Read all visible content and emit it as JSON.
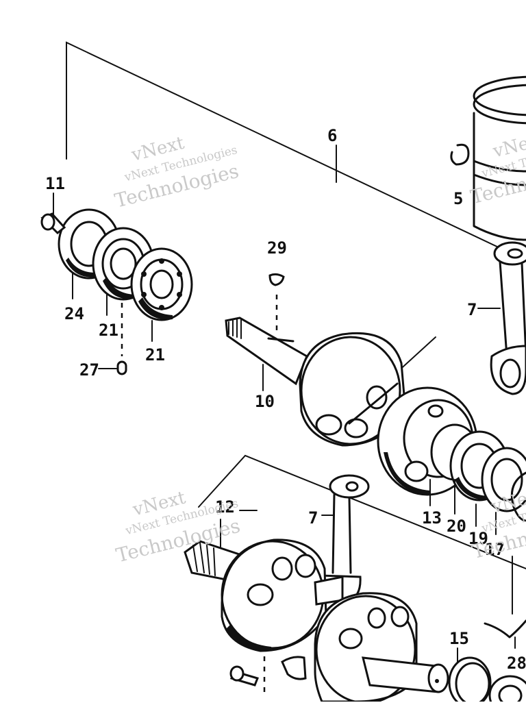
{
  "callouts": {
    "c5": "5",
    "c6": "6",
    "c7a": "7",
    "c7b": "7",
    "c10": "10",
    "c11": "11",
    "c12": "12",
    "c13": "13",
    "c15": "15",
    "c17": "17",
    "c19": "19",
    "c20": "20",
    "c21a": "21",
    "c21b": "21",
    "c24": "24",
    "c27": "27",
    "c28": "28",
    "c29": "29"
  },
  "watermark": {
    "line1": "vNext",
    "line2": "vNext Technologies",
    "line3": "Technologies"
  },
  "colors": {
    "ink": "#111111",
    "watermark": "#c9c9c9",
    "background": "#ffffff"
  }
}
